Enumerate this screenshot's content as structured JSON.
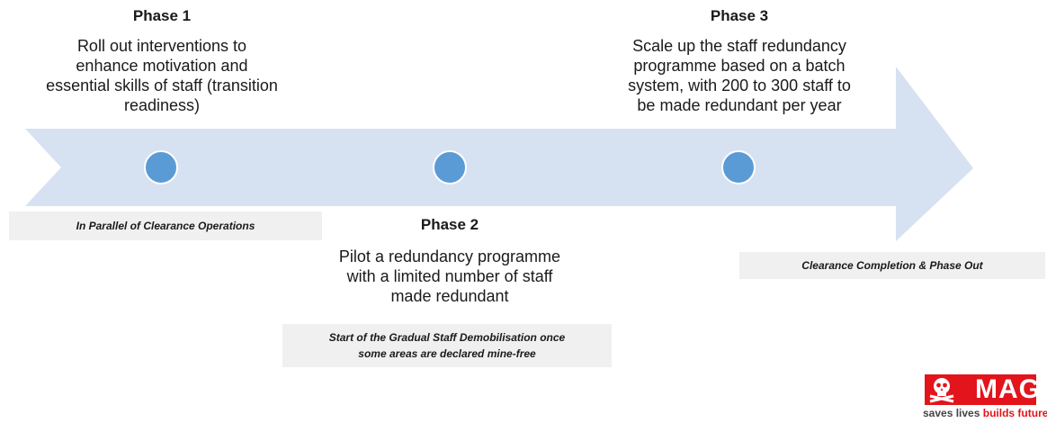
{
  "colors": {
    "arrow_fill": "#d6e1f1",
    "milestone": "#5b9bd5",
    "note_bg": "#f0f0f0",
    "logo_red": "#e3141b"
  },
  "phases": [
    {
      "title": "Phase 1",
      "description_lines": [
        "Roll out interventions to",
        "enhance motivation and",
        "essential skills of staff (transition",
        "readiness)"
      ]
    },
    {
      "title": "Phase 2",
      "description_lines": [
        "Pilot a redundancy programme",
        "with a limited number of staff",
        "made redundant"
      ]
    },
    {
      "title": "Phase 3",
      "description_lines": [
        "Scale up the staff redundancy",
        "programme based on a batch",
        "system, with 200 to 300 staff to",
        "be made redundant per year"
      ]
    }
  ],
  "notes": {
    "parallel": "In Parallel of Clearance Operations",
    "demobilisation": [
      "Start of the Gradual Staff Demobilisation once",
      "some areas are declared mine-free"
    ],
    "completion": "Clearance Completion & Phase Out"
  },
  "logo": {
    "brand": "MAG",
    "tagline_main": "saves lives",
    "tagline_accent": "builds future",
    "icon": "skull-crossbones-icon"
  }
}
